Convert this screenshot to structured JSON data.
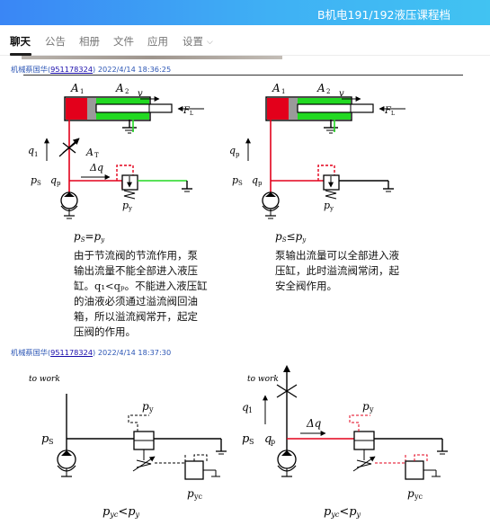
{
  "window": {
    "title": "B机电191/192液压课程档"
  },
  "tabs": [
    {
      "label": "聊天"
    },
    {
      "label": "公告"
    },
    {
      "label": "相册"
    },
    {
      "label": "文件"
    },
    {
      "label": "应用"
    },
    {
      "label": "设置"
    }
  ],
  "messages": [
    {
      "sender": "机械蔡国华(",
      "qq": "951178324",
      "time": ") 2022/4/14 18:36:25"
    },
    {
      "sender": "机械蔡国华(",
      "qq": "951178324",
      "time": ") 2022/4/14 18:37:30"
    }
  ],
  "diagram1": {
    "labels": {
      "a1": "A",
      "a1_sub": "1",
      "a2": "A",
      "a2_sub": "2",
      "v": "v",
      "fl": "F",
      "fl_sub": "L",
      "q1": "q",
      "q1_sub": "1",
      "at": "A",
      "at_sub": "T",
      "dq": "Δq",
      "ps": "p",
      "ps_sub": "S",
      "qp": "q",
      "qp_sub": "p",
      "py": "p",
      "py_sub": "y"
    },
    "left_formula": {
      "p1": "p",
      "s1": "S",
      "eq": "=p",
      "s2": "y"
    },
    "left_text": [
      "由于节流阀的节流作用，泵",
      "输出流量不能全部进入液压",
      "缸。q₁<qₚ。不能进入液压缸",
      "的油液必须通过溢流阀回油",
      "箱，所以溢流阀常开，起定",
      "压阀的作用。"
    ],
    "right_formula": {
      "p1": "p",
      "s1": "S",
      "eq": "≤p",
      "s2": "y"
    },
    "right_text": [
      "泵输出流量可以全部进入液",
      "压缸，此时溢流阀常闭，起",
      "安全阀作用。"
    ]
  },
  "diagram2": {
    "to_work_left": "to work",
    "to_work_right": "to work",
    "ps": "p",
    "ps_sub": "S",
    "py": "p",
    "py_sub": "y",
    "pyc": "p",
    "pyc_sub": "yc",
    "q1": "q",
    "q1_sub": "1",
    "qp": "q",
    "qp_sub": "p",
    "dq": "Δq",
    "cmp": {
      "a": "p",
      "a_sub": "yc",
      "op": "<p",
      "b_sub": "y"
    }
  }
}
